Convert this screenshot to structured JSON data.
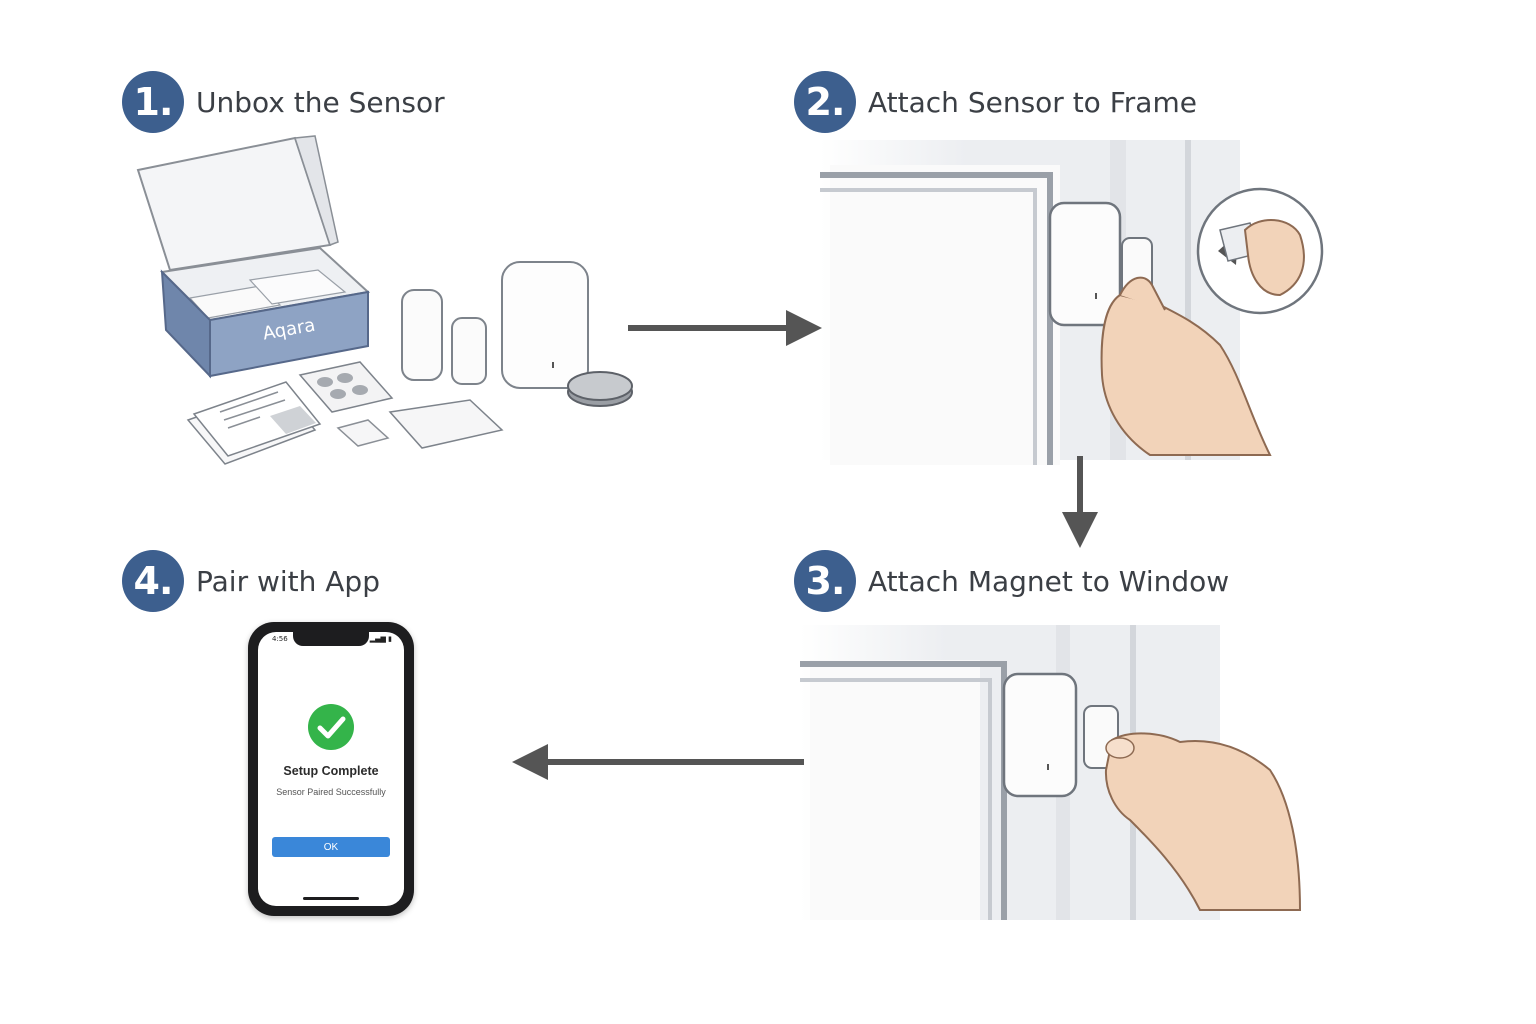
{
  "steps": [
    {
      "number": "1.",
      "title": "Unbox the Sensor"
    },
    {
      "number": "2.",
      "title": "Attach Sensor to Frame"
    },
    {
      "number": "3.",
      "title": "Attach Magnet to Window"
    },
    {
      "number": "4.",
      "title": "Pair with App"
    }
  ],
  "box": {
    "brand": "Aqara"
  },
  "phone": {
    "status_time": "4:56",
    "status_icons": "▂▄▆ ▮",
    "title": "Setup Complete",
    "subtitle": "Sensor Paired Successfully",
    "ok_label": "OK"
  },
  "colors": {
    "badge": "#3d5f8e",
    "box": "#8ea3c4",
    "arrow": "#555555",
    "success": "#34b44a",
    "button": "#3a87d9"
  },
  "icons": {
    "check": "check-circle-icon",
    "arrow_right": "arrow-right-icon",
    "arrow_down": "arrow-down-icon",
    "arrow_left": "arrow-left-icon"
  }
}
